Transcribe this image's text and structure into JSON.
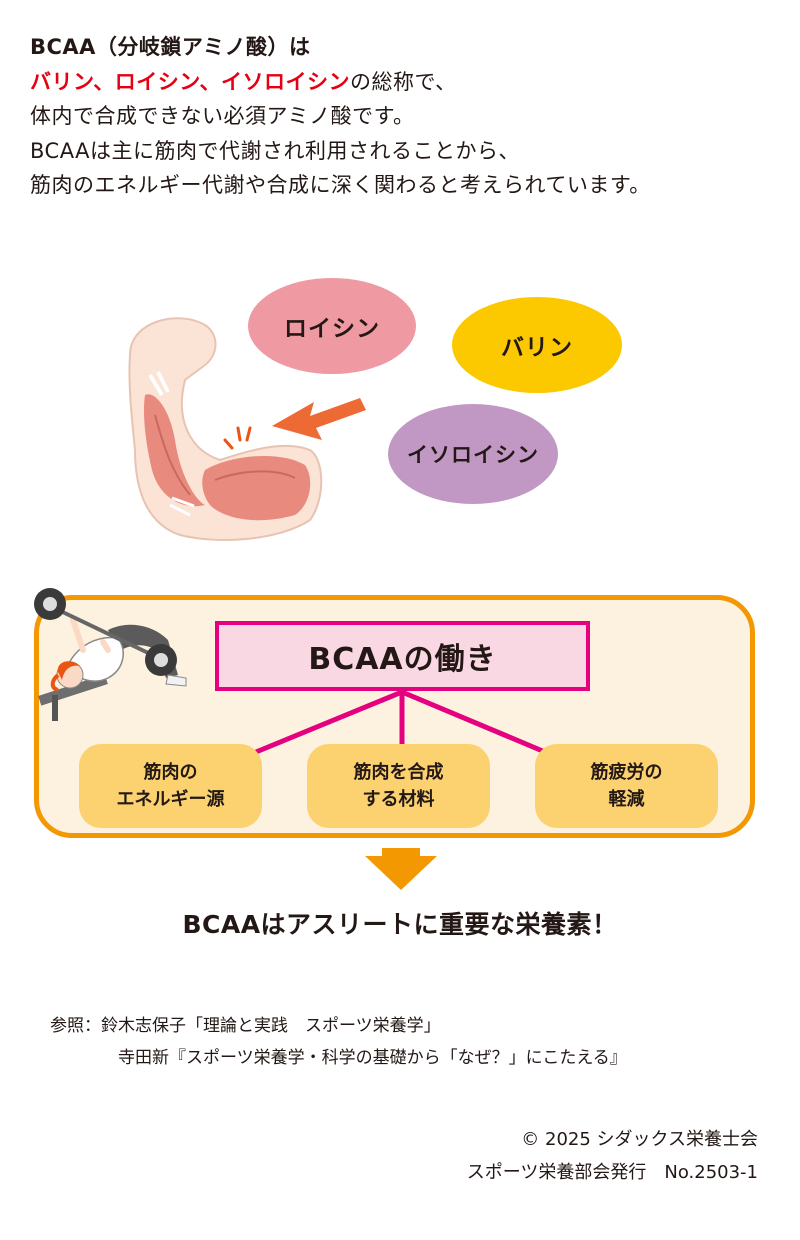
{
  "intro": {
    "line1": "BCAA（分岐鎖アミノ酸）は",
    "line2_red": "バリン、ロイシン、イソロイシン",
    "line2_rest": "の総称で、",
    "line3": "体内で合成できない必須アミノ酸です。",
    "line4": "BCAAは主に筋肉で代謝され利用されることから、",
    "line5": "筋肉のエネルギー代謝や合成に深く関わると考えられています。"
  },
  "amino_acids": {
    "leucine": "ロイシン",
    "valine": "バリン",
    "isoleucine": "イソロイシン"
  },
  "function_box": {
    "title": "BCAAの働き",
    "items": [
      {
        "line1": "筋肉の",
        "line2": "エネルギー源"
      },
      {
        "line1": "筋肉を合成",
        "line2": "する材料"
      },
      {
        "line1": "筋疲労の",
        "line2": "軽減"
      }
    ]
  },
  "conclusion": "BCAAはアスリートに重要な栄養素！",
  "references": {
    "line1": "参照：鈴木志保子「理論と実践　スポーツ栄養学」",
    "line2": "寺田新『スポーツ栄養学・科学の基礎から「なぜ？」にこたえる』"
  },
  "footer": {
    "copyright": "© 2025 シダックス栄養士会",
    "publisher": "スポーツ栄養部会発行　No.2503-1"
  },
  "colors": {
    "red_text": "#e60012",
    "leucine": "#ef9aa2",
    "valine": "#fcc800",
    "isoleucine": "#c198c4",
    "box_border": "#f39800",
    "title_border": "#e4007f",
    "pill": "#fbd26f"
  },
  "icons": [
    "flexed-arm-icon",
    "arrow-icon",
    "weightlifter-icon",
    "down-arrow-icon"
  ]
}
